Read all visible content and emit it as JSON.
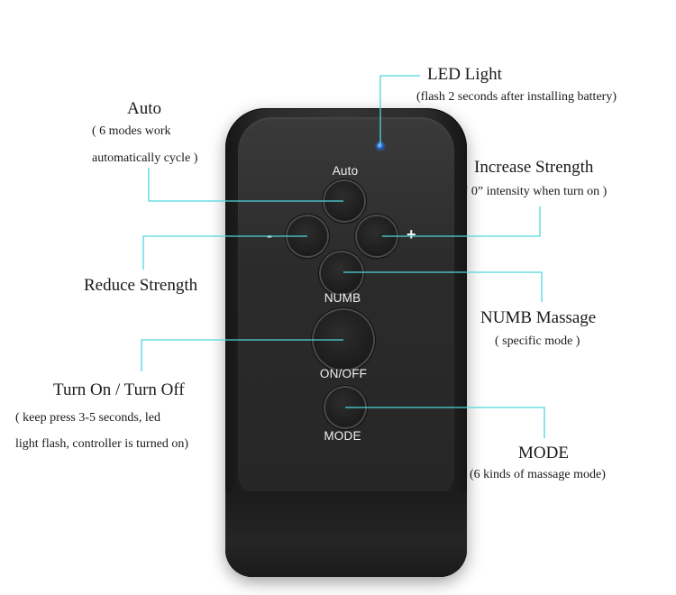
{
  "remote": {
    "auto_label": "Auto",
    "minus_sign": "-",
    "plus_sign": "+",
    "numb_label": "NUMB",
    "onoff_label": "ON/OFF",
    "mode_label": "MODE"
  },
  "callouts": {
    "led": {
      "title": "LED Light",
      "sub": "(flash 2 seconds after installing battery)"
    },
    "auto": {
      "title": "Auto",
      "sub1": "( 6 modes work",
      "sub2": "automatically cycle )"
    },
    "increase": {
      "title": "Increase Strength",
      "sub": "( “ 0” intensity when turn on )"
    },
    "reduce": {
      "title": "Reduce Strength"
    },
    "numb": {
      "title": "NUMB Massage",
      "sub": "( specific mode )"
    },
    "power": {
      "title": "Turn On / Turn Off",
      "sub1": "( keep press 3-5 seconds, led",
      "sub2": "light flash, controller is turned on)"
    },
    "mode": {
      "title": "MODE",
      "sub": "(6 kinds of massage mode)"
    }
  },
  "colors": {
    "leader_line": "#4fd6e0",
    "led": "#2a6fd6",
    "remote_body": "#2c2c2c"
  }
}
